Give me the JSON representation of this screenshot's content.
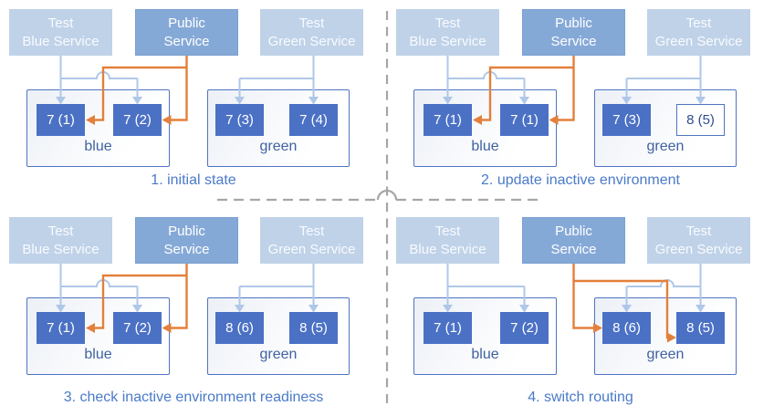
{
  "colors": {
    "public_route_orange": "#e2803c",
    "test_route_light_blue": "#afc7e8",
    "test_service_fill": "#c0d2e8",
    "public_service_fill": "#85a9d7",
    "pod_fill": "#4b71c5",
    "pod_outline_border": "#4f74c2",
    "env_border": "#4f74c2",
    "env_label_text": "#3f62a0",
    "title_text": "#4a7ac9",
    "divider_gray": "#a6a6a6"
  },
  "panels": [
    {
      "title": "1. initial state",
      "public_routes_to": "blue",
      "test_blue_service": {
        "line1": "Test",
        "line2": "Blue Service"
      },
      "public_service": {
        "line1": "Public",
        "line2": "Service"
      },
      "test_green_service": {
        "line1": "Test",
        "line2": "Green Service"
      },
      "blue_env": {
        "label": "blue",
        "pods": [
          {
            "label": "7 (1)",
            "style": "solid"
          },
          {
            "label": "7 (2)",
            "style": "solid"
          }
        ]
      },
      "green_env": {
        "label": "green",
        "pods": [
          {
            "label": "7 (3)",
            "style": "solid"
          },
          {
            "label": "7 (4)",
            "style": "solid"
          }
        ]
      }
    },
    {
      "title": "2. update inactive environment",
      "public_routes_to": "blue",
      "test_blue_service": {
        "line1": "Test",
        "line2": "Blue Service"
      },
      "public_service": {
        "line1": "Public",
        "line2": "Service"
      },
      "test_green_service": {
        "line1": "Test",
        "line2": "Green Service"
      },
      "blue_env": {
        "label": "blue",
        "pods": [
          {
            "label": "7 (1)",
            "style": "solid"
          },
          {
            "label": "7 (1)",
            "style": "solid"
          }
        ]
      },
      "green_env": {
        "label": "green",
        "pods": [
          {
            "label": "7 (3)",
            "style": "solid"
          },
          {
            "label": "8 (5)",
            "style": "outline"
          }
        ]
      }
    },
    {
      "title": "3. check inactive environment readiness",
      "public_routes_to": "blue",
      "test_blue_service": {
        "line1": "Test",
        "line2": "Blue Service"
      },
      "public_service": {
        "line1": "Public",
        "line2": "Service"
      },
      "test_green_service": {
        "line1": "Test",
        "line2": "Green Service"
      },
      "blue_env": {
        "label": "blue",
        "pods": [
          {
            "label": "7 (1)",
            "style": "solid"
          },
          {
            "label": "7 (2)",
            "style": "solid"
          }
        ]
      },
      "green_env": {
        "label": "green",
        "pods": [
          {
            "label": "8 (6)",
            "style": "solid"
          },
          {
            "label": "8 (5)",
            "style": "solid"
          }
        ]
      }
    },
    {
      "title": "4. switch routing",
      "public_routes_to": "green",
      "test_blue_service": {
        "line1": "Test",
        "line2": "Blue Service"
      },
      "public_service": {
        "line1": "Public",
        "line2": "Service"
      },
      "test_green_service": {
        "line1": "Test",
        "line2": "Green Service"
      },
      "blue_env": {
        "label": "blue",
        "pods": [
          {
            "label": "7 (1)",
            "style": "solid"
          },
          {
            "label": "7 (2)",
            "style": "solid"
          }
        ]
      },
      "green_env": {
        "label": "green",
        "pods": [
          {
            "label": "8 (6)",
            "style": "solid"
          },
          {
            "label": "8 (5)",
            "style": "solid"
          }
        ]
      }
    }
  ]
}
